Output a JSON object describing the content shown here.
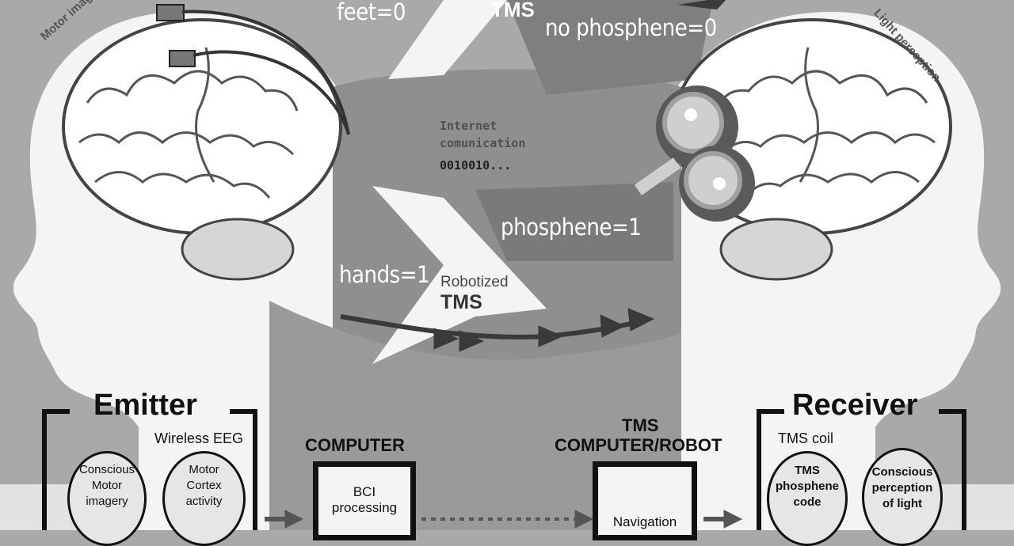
{
  "labels": {
    "motor_imagery": "Motor imagery",
    "light_perception": "Light perception",
    "feet": "feet=0",
    "tms_top": "TMS",
    "no_phosphene": "no phosphene=0",
    "internet_line1": "Internet",
    "internet_line2": "comunication",
    "binary": "0010010...",
    "phosphene": "phosphene=1",
    "hands": "hands=1",
    "robotized": "Robotized",
    "tms_mid": "TMS"
  },
  "emitter": {
    "title": "Emitter",
    "wireless_eeg": "Wireless EEG",
    "node1": "Conscious Motor imagery",
    "node2": "Motor Cortex activity"
  },
  "computer": {
    "title": "COMPUTER",
    "box": "BCI processing"
  },
  "tms_computer": {
    "title_line1": "TMS",
    "title_line2": "COMPUTER/ROBOT",
    "box": "Navigation"
  },
  "receiver": {
    "title": "Receiver",
    "tms_coil": "TMS coil",
    "node1": "TMS phosphene code",
    "node2": "Conscious perception of light"
  },
  "colors": {
    "background": "#a9a9a9",
    "head": "#f4f4f4",
    "band": "#8c8c8c",
    "dark": "#111111"
  }
}
